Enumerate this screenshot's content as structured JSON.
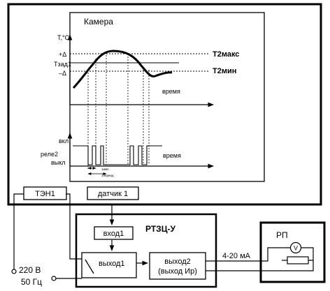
{
  "camera": {
    "title": "Камера"
  },
  "top_plot": {
    "y_axis_label": "T,°C",
    "tick_plus": "+Δ",
    "tick_set": "Тзад1",
    "tick_minus": "–Δ",
    "x_axis_label": "время",
    "label_max": "Т2макс",
    "label_min": "Т2мин"
  },
  "relay_plot": {
    "state_on": "вкл",
    "relay_label": "реле2",
    "state_off": "выкл",
    "x_axis_label": "время",
    "imp_label": "1имп",
    "period_label": "1период"
  },
  "components": {
    "heater": "ТЭН1",
    "sensor": "датчик 1",
    "controller_title": "РТЗЦ-У",
    "input1": "вход1",
    "output1": "выход1",
    "output2_line1": "выход2",
    "output2_line2": "(выход Ир)",
    "recorder": "РП",
    "voltmeter_symbol": "V"
  },
  "signals": {
    "current_range": "4-20 мА",
    "mains_voltage": "220 В",
    "mains_frequency": "50 Гц"
  }
}
